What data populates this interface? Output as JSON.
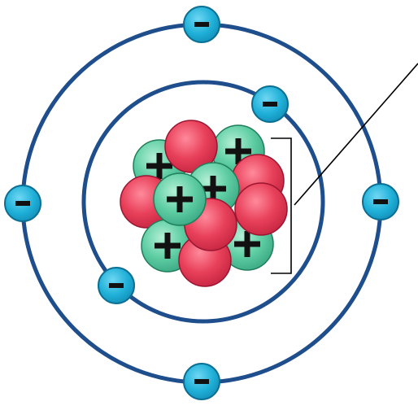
{
  "colors": {
    "orbit": "#1e4e8c",
    "electron": "#1fb0d8",
    "electron_dark": "#0b6f93",
    "proton": "#e8405a",
    "proton_dark": "#9a1530",
    "neutron": "#5fcea4",
    "neutron_dark": "#1e7d5a",
    "mark": "#111111",
    "leader": "#000000"
  },
  "icons": {
    "electron": "minus-sign-icon",
    "charged_particle": "plus-sign-icon"
  },
  "counts": {
    "inner_shell_electrons": 2,
    "outer_shell_electrons": 4,
    "plus_particles": 6,
    "plain_particles": 6
  },
  "symbols": {
    "electron": "−",
    "charged": "+"
  }
}
